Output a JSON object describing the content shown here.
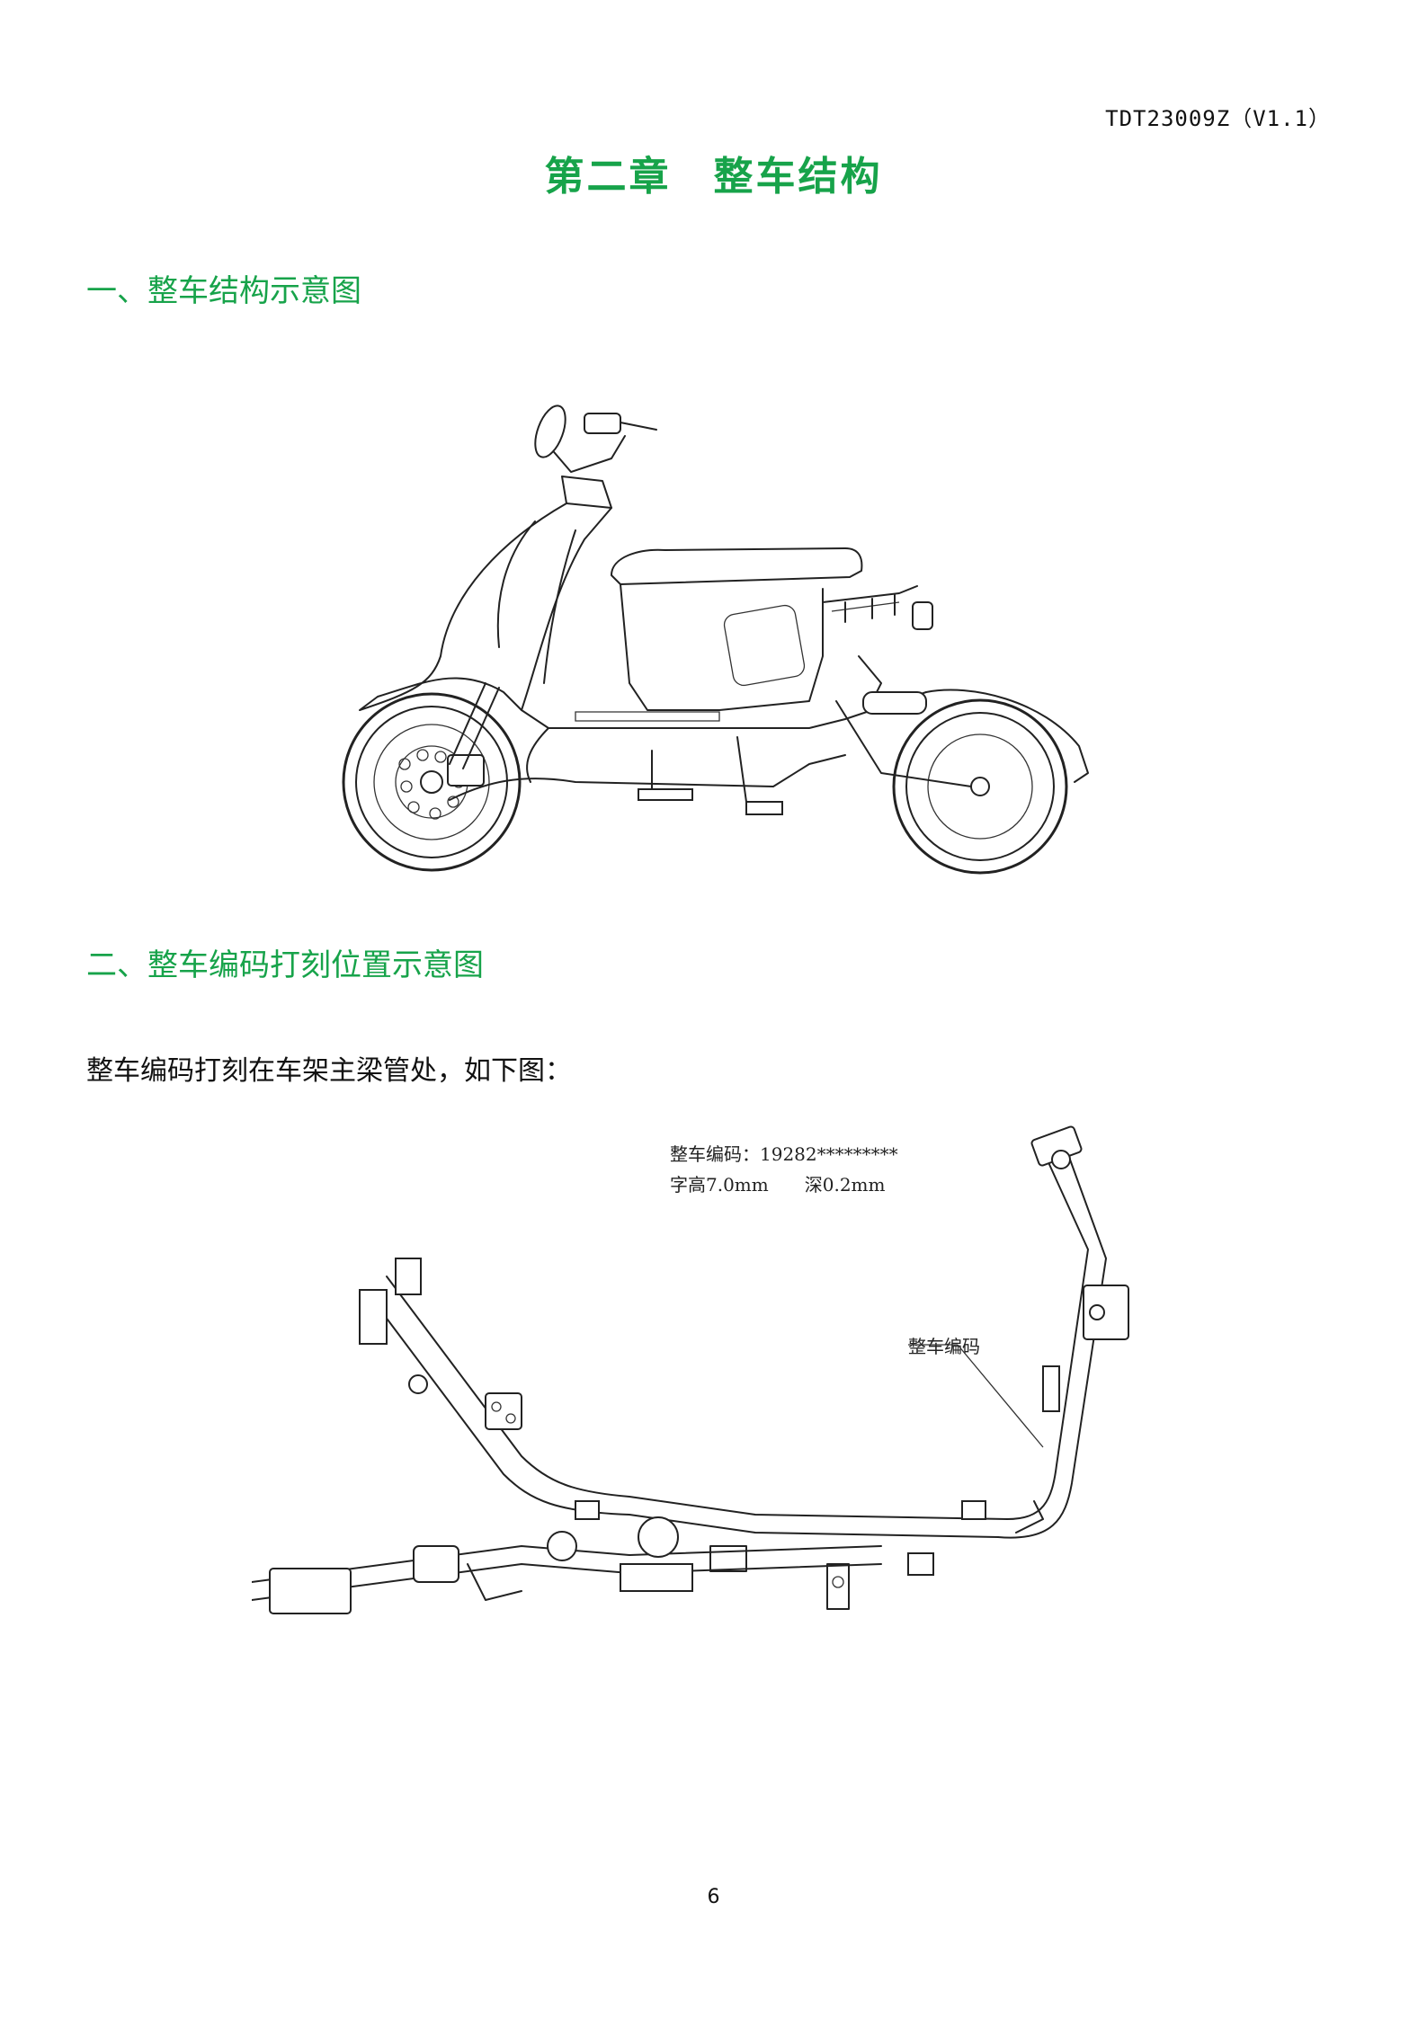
{
  "header": {
    "doc_code": "TDT23009Z（V1.1）"
  },
  "chapter": {
    "title": "第二章　整车结构"
  },
  "sections": [
    {
      "heading": "一、整车结构示意图"
    },
    {
      "heading": "二、整车编码打刻位置示意图"
    }
  ],
  "body": {
    "paragraph": "整车编码打刻在车架主梁管处，如下图："
  },
  "frame_figure": {
    "note_line1": "整车编码：19282*********",
    "note_line2": "字高7.0mm　　深0.2mm",
    "callout_label": "整车编码"
  },
  "footer": {
    "page_number": "6"
  },
  "colors": {
    "heading_green": "#17a34a",
    "text": "#111111"
  }
}
